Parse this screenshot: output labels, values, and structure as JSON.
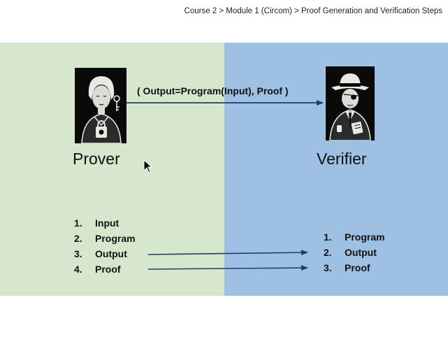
{
  "header": {
    "breadcrumb": "Course 2 > Module 1 (Circom) > Proof Generation and Verification Steps"
  },
  "prover": {
    "label": "Prover",
    "avatar_icon": "prover-avatar-icon",
    "steps": [
      {
        "num": "1.",
        "text": "Input"
      },
      {
        "num": "2.",
        "text": "Program"
      },
      {
        "num": "3.",
        "text": "Output"
      },
      {
        "num": "4.",
        "text": "Proof"
      }
    ]
  },
  "verifier": {
    "label": "Verifier",
    "avatar_icon": "verifier-avatar-icon",
    "steps": [
      {
        "num": "1.",
        "text": "Program"
      },
      {
        "num": "2.",
        "text": "Output"
      },
      {
        "num": "3.",
        "text": "Proof"
      }
    ]
  },
  "message": {
    "text": "( Output=Program(Input), Proof )"
  },
  "colors": {
    "prover_bg": "#d6e7cd",
    "verifier_bg": "#9dc0e3",
    "arrow": "#1f3f6e"
  }
}
